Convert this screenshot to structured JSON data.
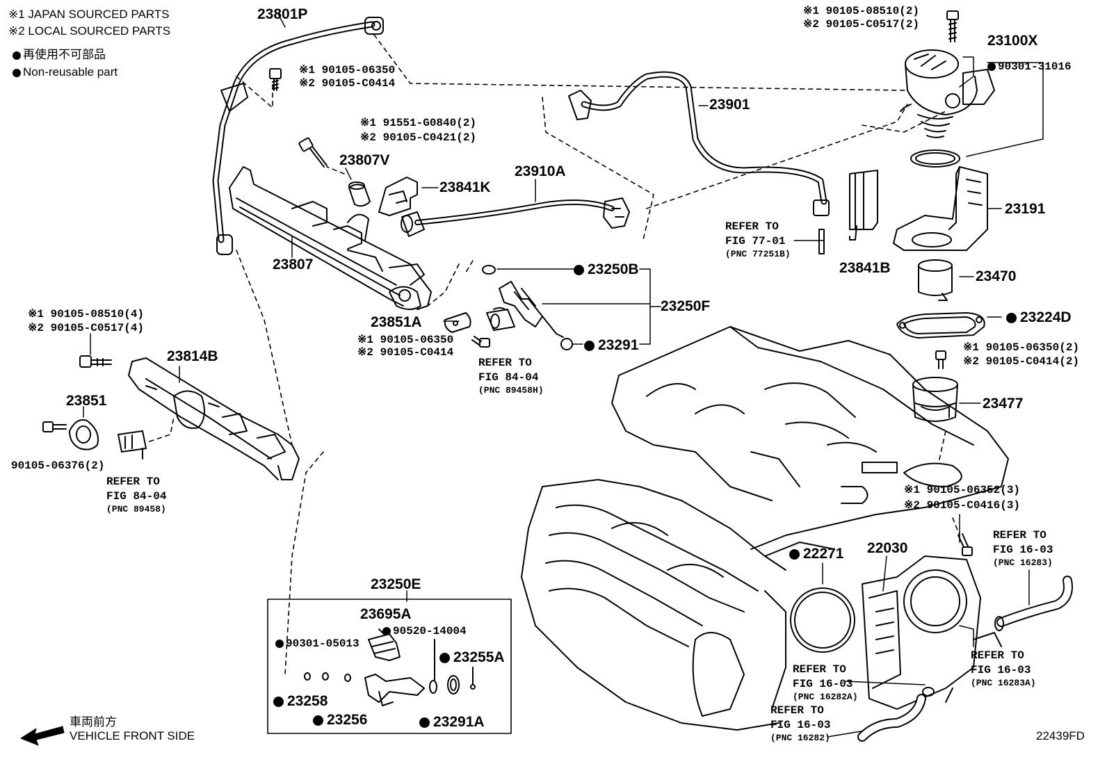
{
  "legend": {
    "japan": "※1 JAPAN SOURCED PARTS",
    "local": "※2 LOCAL SOURCED PARTS",
    "non_reusable_jp": "再使用不可部品",
    "non_reusable_en": "Non-reusable part"
  },
  "front": {
    "jp": "車両前方",
    "en": "VEHICLE FRONT SIDE"
  },
  "figure_code": "22439FD",
  "labels": {
    "p23801P": "23801P",
    "p23100X": "23100X",
    "p23901": "23901",
    "p23807V": "23807V",
    "p23841K": "23841K",
    "p23910A": "23910A",
    "p23807": "23807",
    "p23191": "23191",
    "p23841B": "23841B",
    "p23470": "23470",
    "p23250B": "23250B",
    "p23250F": "23250F",
    "p23291": "23291",
    "p23851A": "23851A",
    "p23224D": "23224D",
    "p23814B": "23814B",
    "p23851": "23851",
    "p23477": "23477",
    "p22271": "22271",
    "p22030": "22030",
    "p23250E": "23250E",
    "p23695A": "23695A",
    "p23255A": "23255A",
    "p23258": "23258",
    "p23256": "23256",
    "p23291A": "23291A"
  },
  "part_numbers": {
    "bolt_pump_1": "※1 90105-08510(2)",
    "bolt_pump_2": "※2 90105-C0517(2)",
    "oring_pump": "90301-31016",
    "bolt_top_1": "※1 90105-06350",
    "bolt_top_2": "※2 90105-C0414",
    "bolt_rail_1": "※1 91551-G0840(2)",
    "bolt_rail_2": "※2 90105-C0421(2)",
    "bolt_left_1": "※1 90105-08510(4)",
    "bolt_left_2": "※2 90105-C0517(4)",
    "bolt_sensor_1": "※1 90105-06350",
    "bolt_sensor_2": "※2 90105-C0414",
    "bolt_lift_1": "※1 90105-06350(2)",
    "bolt_lift_2": "※2 90105-C0414(2)",
    "bolt_left_small": "90105-06376(2)",
    "bolt_tb_1": "※1 90105-06352(3)",
    "bolt_tb_2": "※2 90105-C0416(3)",
    "oring_90301": "90301-05013",
    "ring_90520": "90520-14004"
  },
  "refs": {
    "r77_line1": "REFER TO",
    "r77_line2": "FIG 77-01",
    "r77_pnc": "(PNC 77251B)",
    "r84a_line1": "REFER TO",
    "r84a_line2": "FIG 84-04",
    "r84a_pnc": "(PNC 89458H)",
    "r84b_line1": "REFER TO",
    "r84b_line2": "FIG 84-04",
    "r84b_pnc": "(PNC 89458)",
    "r16a_line1": "REFER TO",
    "r16a_line2": "FIG 16-03",
    "r16a_pnc": "(PNC 16283)",
    "r16b_line1": "REFER TO",
    "r16b_line2": "FIG 16-03",
    "r16b_pnc": "(PNC 16283A)",
    "r16c_line1": "REFER TO",
    "r16c_line2": "FIG 16-03",
    "r16c_pnc": "(PNC 16282A)",
    "r16d_line1": "REFER TO",
    "r16d_line2": "FIG 16-03",
    "r16d_pnc": "(PNC 16282)"
  }
}
